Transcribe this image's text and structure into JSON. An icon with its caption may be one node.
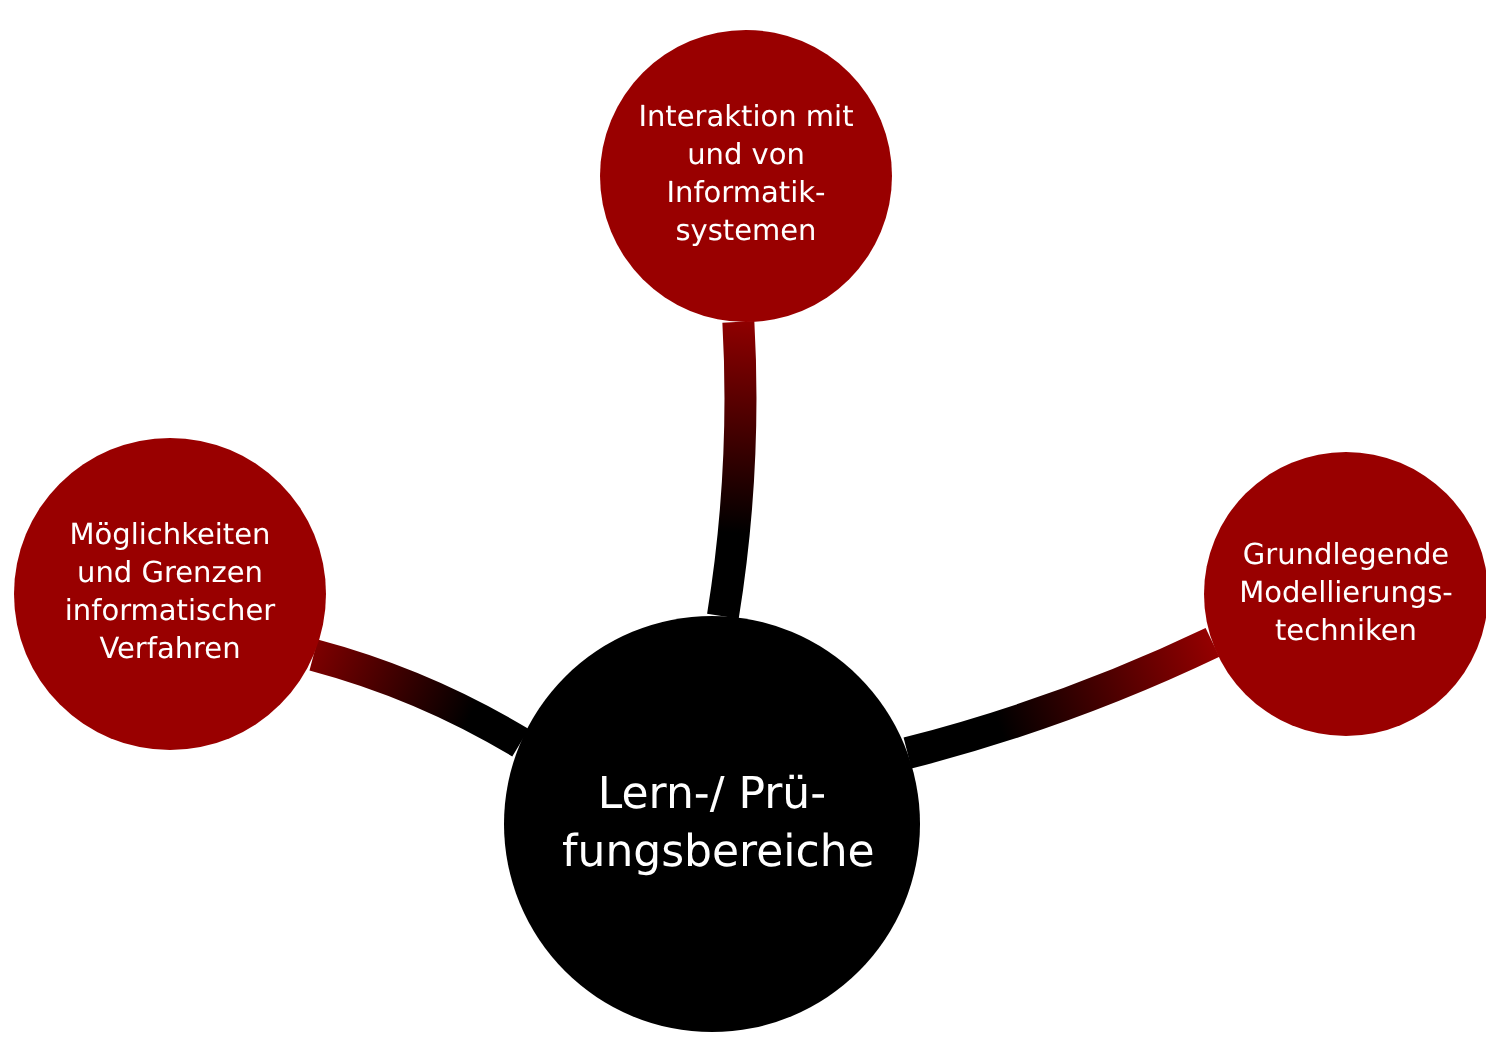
{
  "diagram": {
    "nodes": [
      {
        "text": [
          "Lern-/ Prü- fungsbereiche"
        ]
      },
      {
        "text": [
          "Interaktion mit und von Informatik- systemen"
        ]
      },
      {
        "text": [
          "Möglichkeiten und Grenzen informatischer Verfahren"
        ]
      },
      {
        "text": [
          "Grundlegende Modellierungs- techniken"
        ]
      }
    ],
    "edges": [
      {
        "from": 0,
        "to": 1,
        "arrow": "none"
      },
      {
        "from": 0,
        "to": 2,
        "arrow": "none"
      },
      {
        "from": 0,
        "to": 3,
        "arrow": "none"
      }
    ]
  }
}
